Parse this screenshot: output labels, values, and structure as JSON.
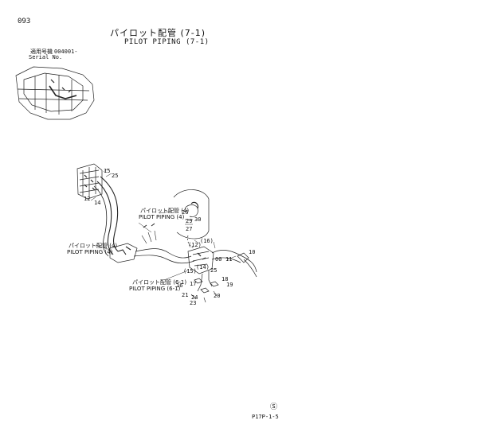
{
  "header": {
    "page_number": "093",
    "title_jp": "パイロット配管 (7-1)",
    "title_en": "PILOT PIPING (7-1)",
    "serial_label_jp": "適用号機",
    "serial_value": "004001-",
    "serial_label_en": "Serial No."
  },
  "callouts": {
    "piping4_a_jp": "パイロット配管 (4)",
    "piping4_a_en": "PILOT PIPING (4)",
    "piping4_b_jp": "パイロット配管 (4)",
    "piping4_b_en": "PILOT PIPING (4)",
    "piping61_jp": "パイロット配管 (6-1)",
    "piping61_en": "PILOT PIPING (6-1)"
  },
  "part_numbers": {
    "n15": "15",
    "n25": "25",
    "n12": "12",
    "n14": "14",
    "n26": "26",
    "n29": "29",
    "n30": "30",
    "n27": "27",
    "n16": "(16)",
    "n12p": "(12)",
    "n14p": "(14)",
    "n15p": "(15)",
    "n00": "00",
    "n11": "11",
    "n10": "10",
    "n25b": "25",
    "n18": "18",
    "n19": "19",
    "n16b": "16",
    "n17": "17",
    "n21": "21",
    "n24": "24",
    "n20": "20",
    "n23": "23"
  },
  "footer": {
    "mark": "Ⓢ",
    "code": "P17P-1-5"
  }
}
